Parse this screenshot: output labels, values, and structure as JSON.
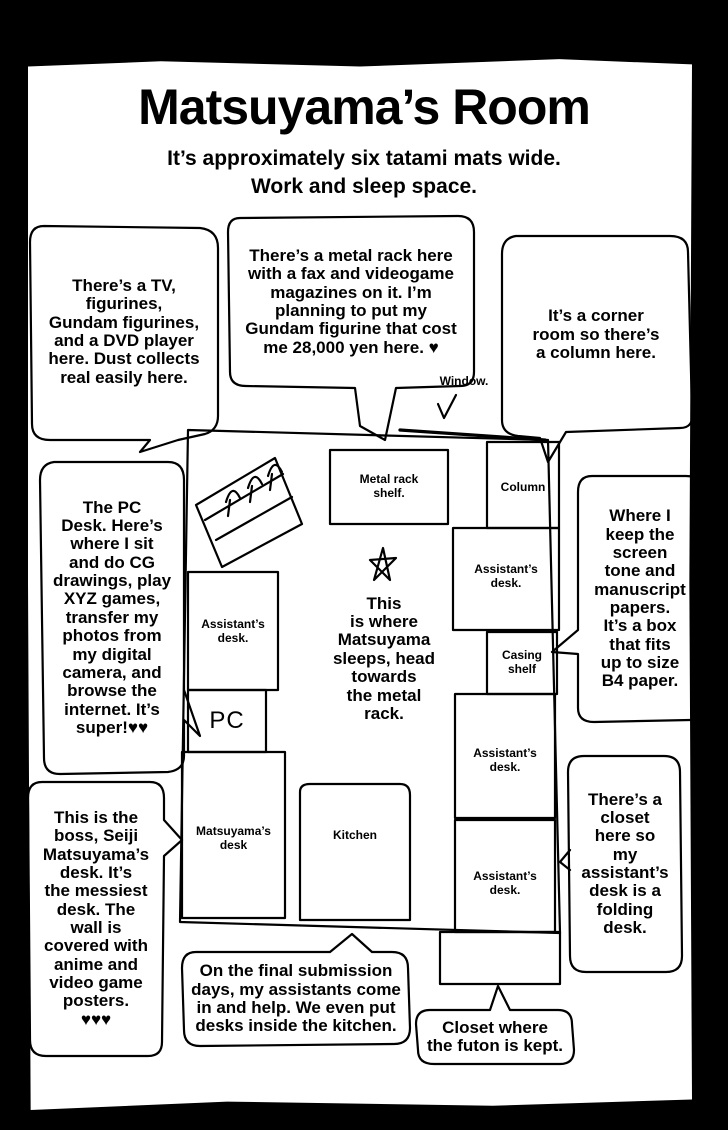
{
  "title": "Matsuyama’s Room",
  "subtitle_line1": "It’s approximately six tatami mats wide.",
  "subtitle_line2": "Work and sleep space.",
  "bubbles": {
    "tv": "There’s a TV,\nfigurines,\nGundam figurines,\nand a DVD player\nhere. Dust collects\nreal easily here.",
    "metal_rack": "There’s a metal rack here\nwith a fax and videogame\nmagazines on it. I’m\nplanning to put my\nGundam figurine that cost\nme 28,000 yen here. ♥",
    "corner": "It’s a corner\nroom so there’s\na column here.",
    "pc_desk": "The PC\nDesk. Here’s\nwhere I sit\nand do CG\ndrawings, play\nXYZ games,\ntransfer my\nphotos from\nmy digital\ncamera, and\nbrowse the\ninternet. It’s\nsuper!♥♥",
    "screentone": "Where I\nkeep the\nscreen\ntone and\nmanuscript\npapers.\nIt’s a box\nthat fits\nup to size\nB4 paper.",
    "boss_desk": "This is the\nboss, Seiji\nMatsuyama’s\ndesk. It’s\nthe messiest\ndesk. The\nwall is\ncovered with\nanime and\nvideo game\nposters.\n♥♥♥",
    "closet_folding": "There’s a\ncloset\nhere so\nmy\nassistant’s\ndesk is a\nfolding\ndesk.",
    "final_days": "On the final submission\ndays, my assistants come\nin and help. We even put\ndesks inside the kitchen.",
    "futon_closet": "Closet where\nthe futon is kept."
  },
  "labels": {
    "window": "Window.",
    "metal_rack_shelf": "Metal rack\nshelf.",
    "column": "Column",
    "assistant_desk_left": "Assistant’s\ndesk.",
    "assistant_desk_right_1": "Assistant’s\ndesk.",
    "casing_shelf": "Casing\nshelf",
    "assistant_desk_right_2": "Assistant’s\ndesk.",
    "assistant_desk_right_3": "Assistant’s\ndesk.",
    "pc": "PC",
    "matsuyama_desk": "Matsuyama’s\ndesk",
    "kitchen": "Kitchen",
    "sleep_area": "This\nis where\nMatsuyama\nsleeps, head\ntowards\nthe metal\nrack."
  },
  "icons": [
    "star-icon",
    "figurine-shelf-icon"
  ]
}
